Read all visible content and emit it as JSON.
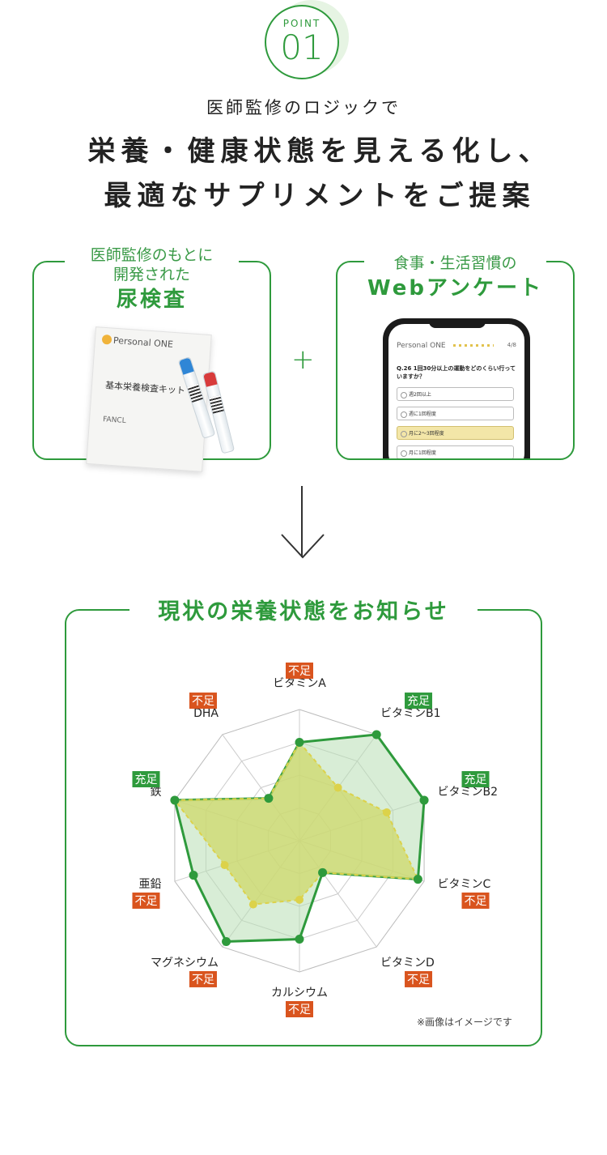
{
  "badge": {
    "label": "POINT",
    "number": "01"
  },
  "subtitle": "医師監修のロジックで",
  "headline": {
    "line1": "栄養・健康状態を見える化し、",
    "line2": "最適なサプリメントをご提案"
  },
  "card_urine": {
    "small_line1": "医師監修のもとに",
    "small_line2": "開発された",
    "title": "尿検査",
    "kit_brand": "Personal ONE",
    "kit_title": "基本栄養検査キット",
    "kit_maker": "FANCL"
  },
  "plus": "+",
  "card_web": {
    "small": "食事・生活習慣の",
    "title": "Webアンケート",
    "phone": {
      "brand": "Personal ONE",
      "progress": "4/8",
      "question": "Q.26 1回30分以上の運動をどのくらい行っていますか？",
      "options": [
        "週2回以上",
        "週に1回程度",
        "月に2〜3回程度",
        "月に1回程度"
      ],
      "selected_index": 2
    }
  },
  "result": {
    "title": "現状の栄養状態をお知らせ",
    "note": "※画像はイメージです",
    "colors": {
      "green": "#2e9a3c",
      "orange": "#d9541e",
      "fill_green": "#b8dfb4",
      "fill_yellow": "#cfd86a"
    },
    "chart_data": {
      "type": "radar",
      "axes": [
        "ビタミンA",
        "ビタミンB1",
        "ビタミンB2",
        "ビタミンC",
        "ビタミンD",
        "カルシウム",
        "マグネシウム",
        "亜鉛",
        "鉄",
        "DHA"
      ],
      "status": [
        "不足",
        "充足",
        "充足",
        "不足",
        "不足",
        "不足",
        "不足",
        "不足",
        "充足",
        "不足"
      ],
      "series": [
        {
          "values": [
            0.75,
            1.0,
            1.0,
            0.95,
            0.3,
            0.75,
            0.95,
            0.85,
            1.0,
            0.4
          ]
        },
        {
          "values": [
            0.75,
            0.5,
            0.7,
            0.95,
            0.3,
            0.45,
            0.6,
            0.6,
            1.0,
            0.4
          ]
        }
      ],
      "levels": 4
    }
  }
}
